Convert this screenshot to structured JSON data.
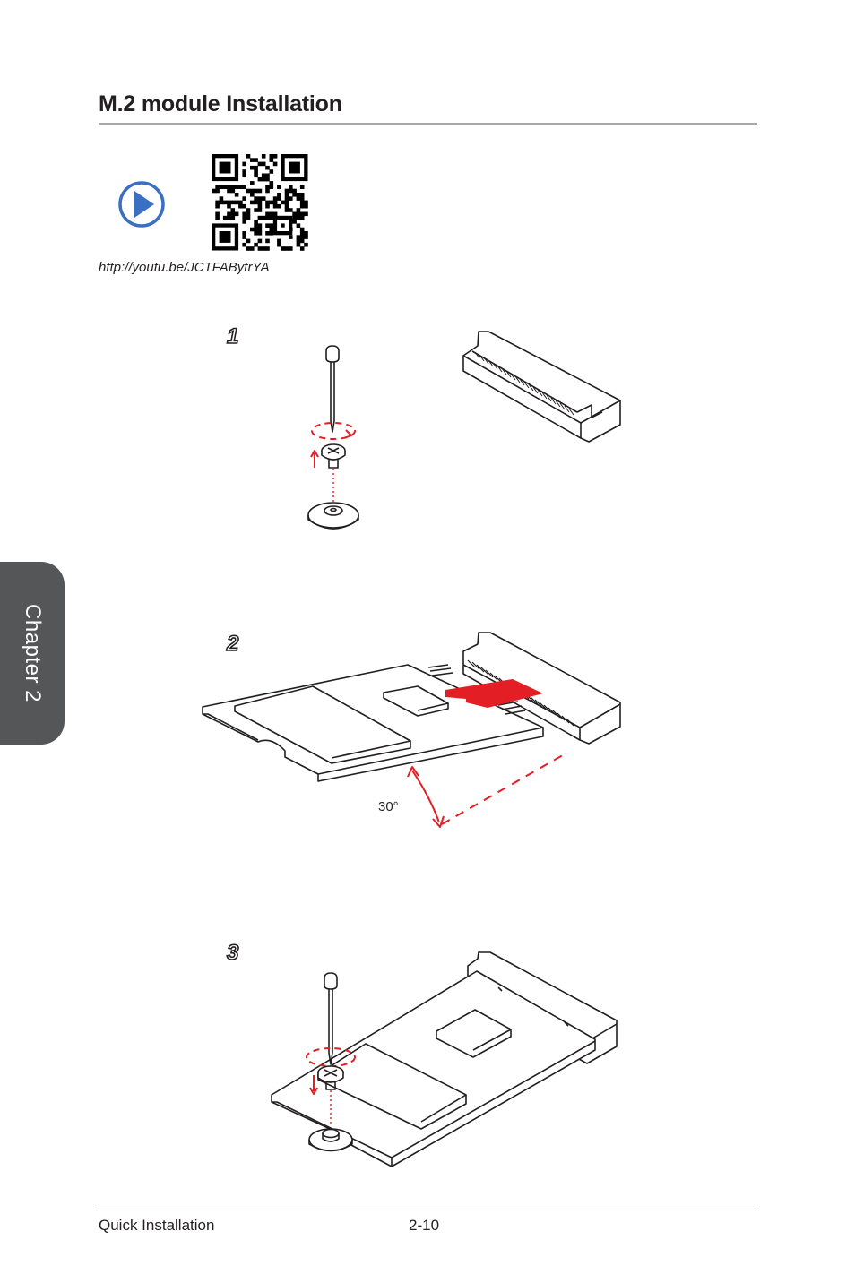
{
  "header": {
    "title": "M.2 module Installation"
  },
  "video": {
    "url_text": "http://youtu.be/JCTFABytrYA",
    "play_icon": "play-icon",
    "qr_icon": "qr-code"
  },
  "sidebar": {
    "chapter_label": "Chapter 2"
  },
  "steps": [
    {
      "number": "1"
    },
    {
      "number": "2",
      "angle_label": "30°"
    },
    {
      "number": "3"
    }
  ],
  "footer": {
    "section": "Quick Installation",
    "page": "2-10"
  },
  "colors": {
    "accent_red": "#e31e24",
    "play_blue": "#3a6fc3",
    "tab_gray": "#555658"
  }
}
